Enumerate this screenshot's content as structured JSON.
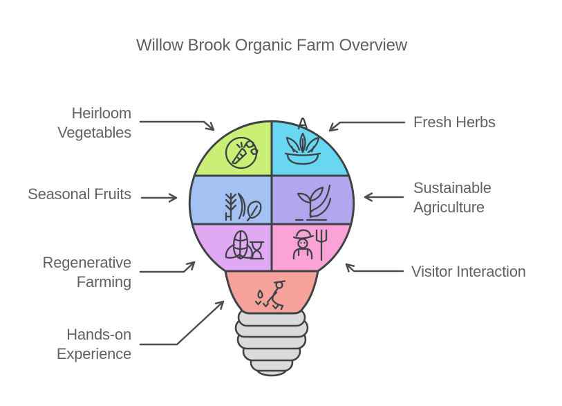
{
  "title": "Willow Brook Organic Farm Overview",
  "colors": {
    "outline": "#3e4347",
    "arrow": "#4a4e52",
    "text": "#5f6368",
    "base": "#dbdbdb",
    "background": "#ffffff"
  },
  "diagram_type": "lightbulb-infographic",
  "sections": [
    {
      "label": "Heirloom Vegetables",
      "color": "#c9ef77",
      "icon": "vegetables-icon",
      "position": "top-left"
    },
    {
      "label": "Fresh Herbs",
      "color": "#69d6f2",
      "icon": "herb-bowl-icon",
      "position": "top-right"
    },
    {
      "label": "Seasonal Fruits",
      "color": "#a3c1f2",
      "icon": "wheat-leaf-icon",
      "position": "middle-left"
    },
    {
      "label": "Sustainable Agriculture",
      "color": "#b2a6ee",
      "icon": "seedling-hand-icon",
      "position": "middle-right"
    },
    {
      "label": "Regenerative Farming",
      "color": "#e1a8f3",
      "icon": "corn-hourglass-icon",
      "position": "bottom-left"
    },
    {
      "label": "Visitor Interaction",
      "color": "#fba2d6",
      "icon": "farmer-pitchfork-icon",
      "position": "bottom-right"
    },
    {
      "label": "Hands-on Experience",
      "color": "#f6a29a",
      "icon": "seed-sower-icon",
      "position": "neck"
    }
  ]
}
